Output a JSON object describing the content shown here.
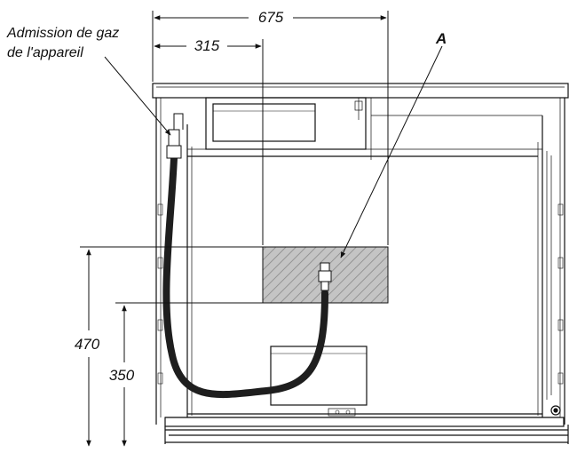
{
  "labels": {
    "gas_inlet_line1": "Admission de gaz",
    "gas_inlet_line2": "de l'appareil",
    "marker_a": "A"
  },
  "dimensions": {
    "overall_width": "675",
    "inlet_offset": "315",
    "zone_top_height": "470",
    "zone_bottom_height": "350"
  },
  "colors": {
    "line": "#111111",
    "hatch_fill": "#b9b9b9",
    "hose": "#1e1e1e"
  }
}
